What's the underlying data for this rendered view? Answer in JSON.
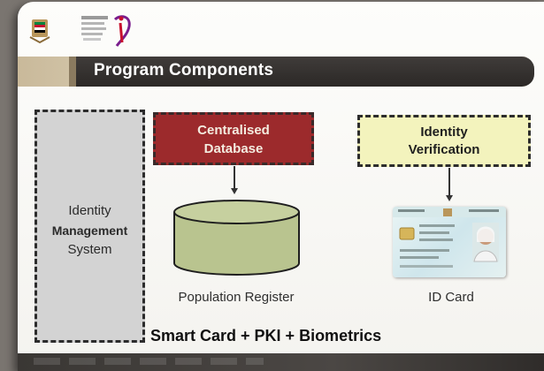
{
  "slide": {
    "title": "Program Components",
    "ims": {
      "line1": "Identity",
      "line2": "Management",
      "line3": "System"
    },
    "database_box": {
      "line1": "Centralised",
      "line2": "Database"
    },
    "verification_box": {
      "line1": "Identity",
      "line2": "Verification"
    },
    "population_label": "Population Register",
    "id_card_label": "ID Card",
    "bottom_caption": "Smart Card + PKI + Biometrics"
  },
  "colors": {
    "title_bar": "#2b2826",
    "database_fill": "#9c2a2c",
    "verification_fill": "#f3f3bd",
    "ims_fill": "#d3d3d3",
    "cylinder_fill": "#b9c48f"
  },
  "icons": {
    "emblem": "uae-emblem-icon",
    "logo": "ids-logo-icon"
  }
}
